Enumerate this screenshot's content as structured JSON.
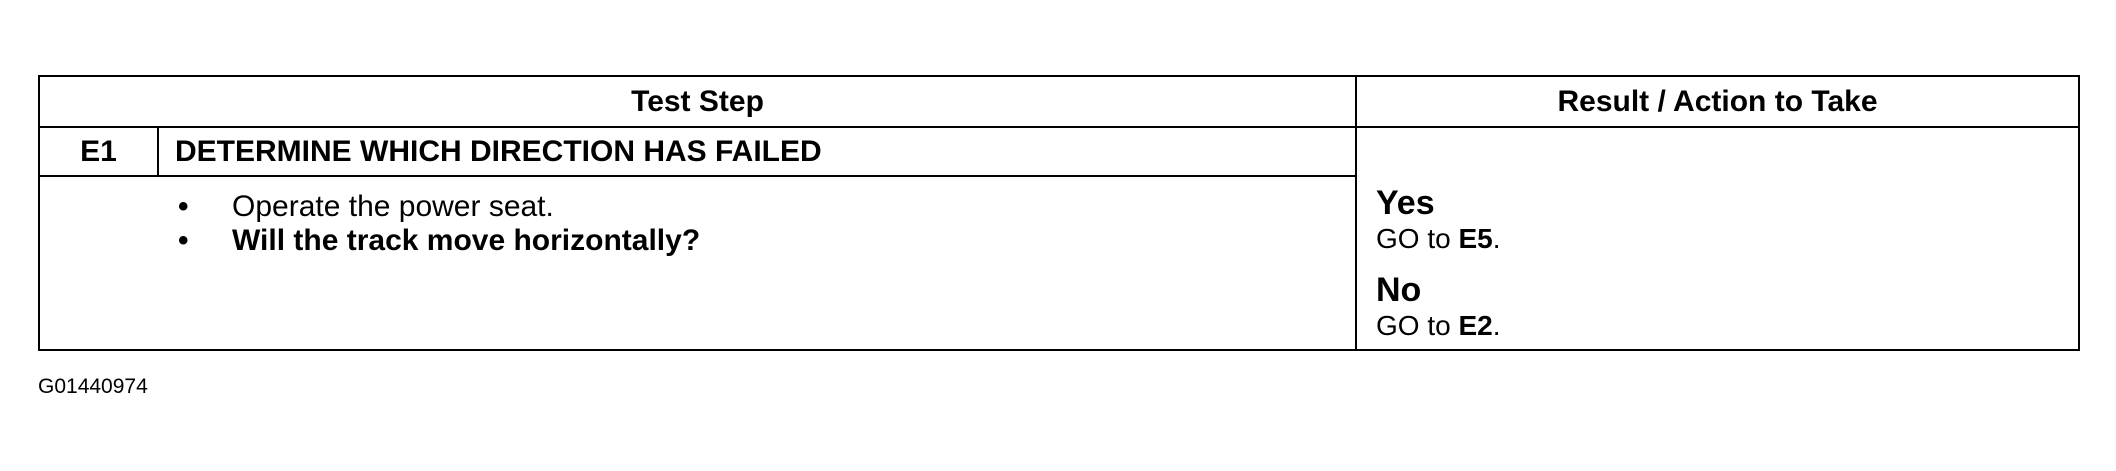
{
  "table": {
    "header": {
      "test_step": "Test Step",
      "result_action": "Result / Action to Take"
    },
    "step": {
      "id": "E1",
      "title": "DETERMINE WHICH DIRECTION HAS FAILED",
      "bullets": [
        {
          "symbol": "•",
          "text": "Operate the power seat.",
          "bold": false
        },
        {
          "symbol": "•",
          "text": "Will the track move horizontally?",
          "bold": true
        }
      ]
    },
    "results": [
      {
        "answer": "Yes",
        "action_prefix": "GO to ",
        "target": "E5",
        "suffix": "."
      },
      {
        "answer": "No",
        "action_prefix": "GO to ",
        "target": "E2",
        "suffix": "."
      }
    ]
  },
  "figure_id": "G01440974"
}
